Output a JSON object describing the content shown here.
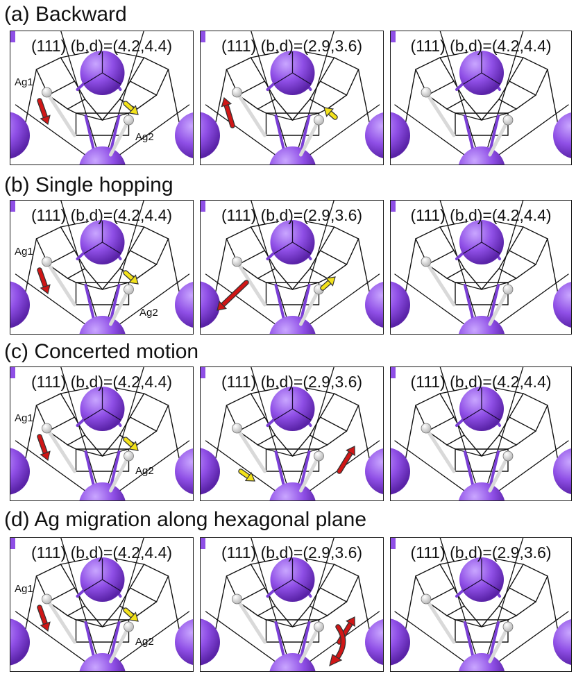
{
  "rows": [
    {
      "title": "(a) Backward",
      "panels": [
        {
          "label": "(111) (b,d)=(4.2,4.4)",
          "ag1": "Ag1",
          "ag2": "Ag2"
        },
        {
          "label": "(111) (b,d)=(2.9,3.6)"
        },
        {
          "label": "(111) (b,d)=(4.2,4.4)"
        }
      ]
    },
    {
      "title": "(b) Single hopping",
      "panels": [
        {
          "label": "(111) (b,d)=(4.2,4.4)",
          "ag1": "Ag1",
          "ag2": "Ag2"
        },
        {
          "label": "(111) (b,d)=(2.9,3.6)"
        },
        {
          "label": "(111) (b,d)=(4.2,4.4)"
        }
      ]
    },
    {
      "title": "(c) Concerted motion",
      "panels": [
        {
          "label": "(111) (b,d)=(4.2,4.4)",
          "ag1": "Ag1",
          "ag2": "Ag2"
        },
        {
          "label": "(111) (b,d)=(2.9,3.6)"
        },
        {
          "label": "(111) (b,d)=(4.2,4.4)"
        }
      ]
    },
    {
      "title": "(d) Ag migration along hexagonal plane",
      "panels": [
        {
          "label": "(111) (b,d)=(4.2,4.4)",
          "ag1": "Ag1",
          "ag2": "Ag2"
        },
        {
          "label": "(111) (b,d)=(2.9,3.6)"
        },
        {
          "label": "(111) (b,d)=(2.9,3.6)"
        }
      ]
    }
  ],
  "colors": {
    "atom_large": "#8f4fe6",
    "atom_small": "#f2f2f2",
    "bond_purple": "#7b3fd6",
    "arrow_red": "#d01616",
    "arrow_yellow": "#f3e21b",
    "frame": "#1a1a1a"
  }
}
